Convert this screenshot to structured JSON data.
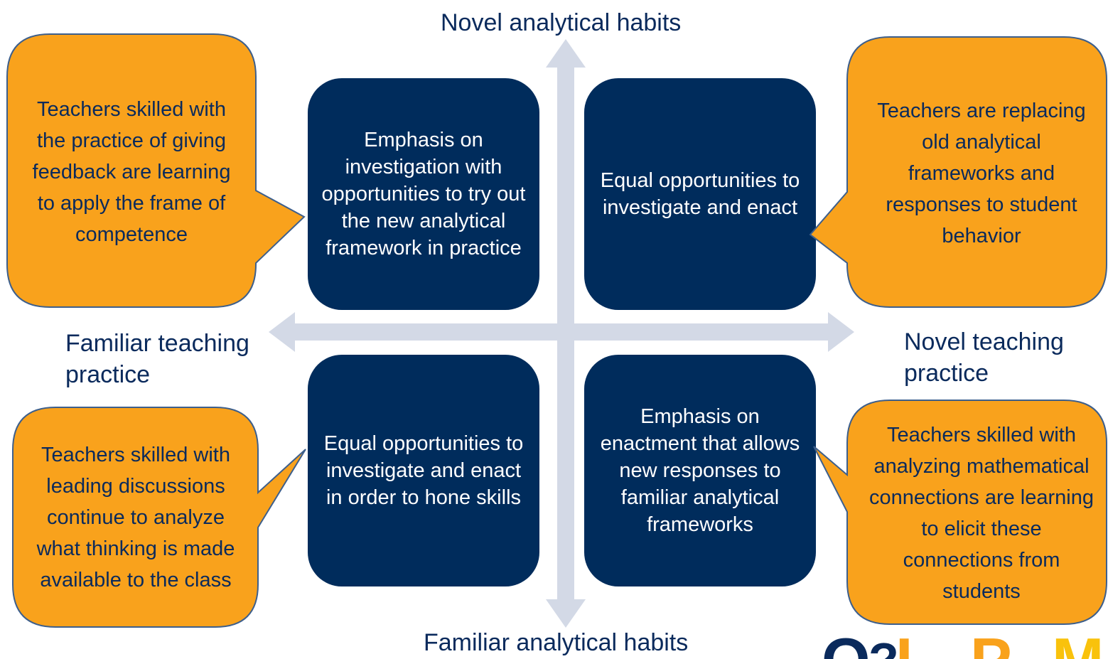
{
  "axes": {
    "top": "Novel analytical habits",
    "bottom": "Familiar analytical habits",
    "left": "Familiar teaching practice",
    "right": "Novel teaching practice"
  },
  "quadrants": {
    "top_left": "Emphasis on investigation with opportunities to try out the new analytical framework in practice",
    "top_right": "Equal opportunities to investigate and enact",
    "bottom_left": "Equal opportunities to investigate and enact in order to hone skills",
    "bottom_right": "Emphasis on enactment that allows new responses to familiar analytical frameworks"
  },
  "callouts": {
    "top_left": "Teachers skilled with the practice of giving feedback are learning to apply the frame of competence",
    "top_right": "Teachers are replacing old analytical frameworks and responses to student behavior",
    "bottom_left": "Teachers skilled with leading discussions continue to analyze what thinking is made available to the class",
    "bottom_right": "Teachers skilled with analyzing mathematical connections are learning to elicit these connections from students"
  },
  "logo": {
    "part1": "Q",
    "part2": "?",
    "part3": "L",
    "part4": "P",
    "part5": "M"
  },
  "colors": {
    "box": "#002c5c",
    "callout": "#f9a21c",
    "callout_stroke": "#3d5f8c",
    "arrow": "#d3d9e6"
  }
}
